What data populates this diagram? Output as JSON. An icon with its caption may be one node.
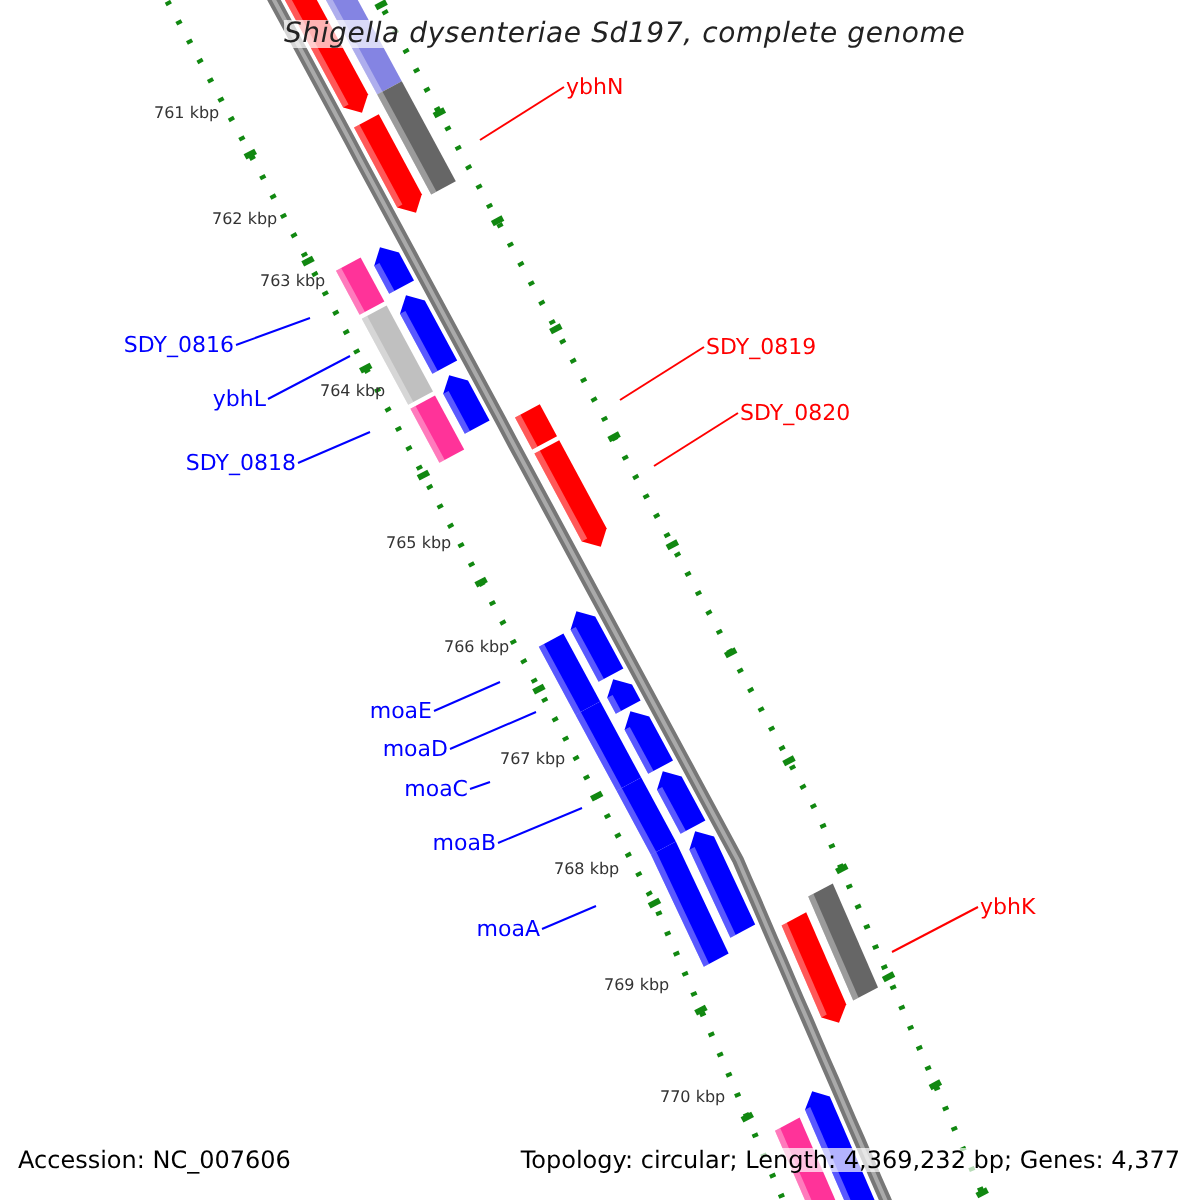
{
  "diagram": {
    "title": "Shigella dysenteriae Sd197, complete genome",
    "nodes": [
      {
        "text": [
          "ybhN"
        ]
      },
      {
        "text": [
          "SDY_0816"
        ]
      },
      {
        "text": [
          "SDY_0819"
        ]
      },
      {
        "text": [
          "ybhL"
        ]
      },
      {
        "text": [
          "SDY_0820"
        ]
      },
      {
        "text": [
          "SDY_0818"
        ]
      },
      {
        "text": [
          "moaE"
        ]
      },
      {
        "text": [
          "moaD"
        ]
      },
      {
        "text": [
          "moaC"
        ]
      },
      {
        "text": [
          "moaB"
        ]
      },
      {
        "text": [
          "ybhK"
        ]
      },
      {
        "text": [
          "moaA"
        ]
      }
    ],
    "edges": [
      {
        "from": 0,
        "to": null,
        "arrow": "none",
        "color": "#ff0000"
      },
      {
        "from": 1,
        "to": null,
        "arrow": "none"
      },
      {
        "from": 2,
        "to": null,
        "arrow": "none",
        "color": "#ff0000"
      },
      {
        "from": 3,
        "to": null,
        "arrow": "none"
      },
      {
        "from": 4,
        "to": null,
        "arrow": "none",
        "color": "#ff0000"
      },
      {
        "from": 5,
        "to": null,
        "arrow": "none"
      },
      {
        "from": 6,
        "to": null,
        "arrow": "none"
      },
      {
        "from": 7,
        "to": null,
        "arrow": "none"
      },
      {
        "from": 8,
        "to": null,
        "arrow": "none"
      },
      {
        "from": 9,
        "to": null,
        "arrow": "none"
      },
      {
        "from": 10,
        "to": null,
        "arrow": "none",
        "color": "#ff0000"
      },
      {
        "from": 11,
        "to": null,
        "arrow": "none"
      }
    ],
    "labels": [
      "761 kbp",
      "762 kbp",
      "763 kbp",
      "764 kbp",
      "765 kbp",
      "766 kbp",
      "767 kbp",
      "768 kbp",
      "769 kbp",
      "770 kbp",
      "Accession: NC_007606",
      "Topology: circular; Length: 4,369,232 bp; Genes: 4,377"
    ]
  }
}
